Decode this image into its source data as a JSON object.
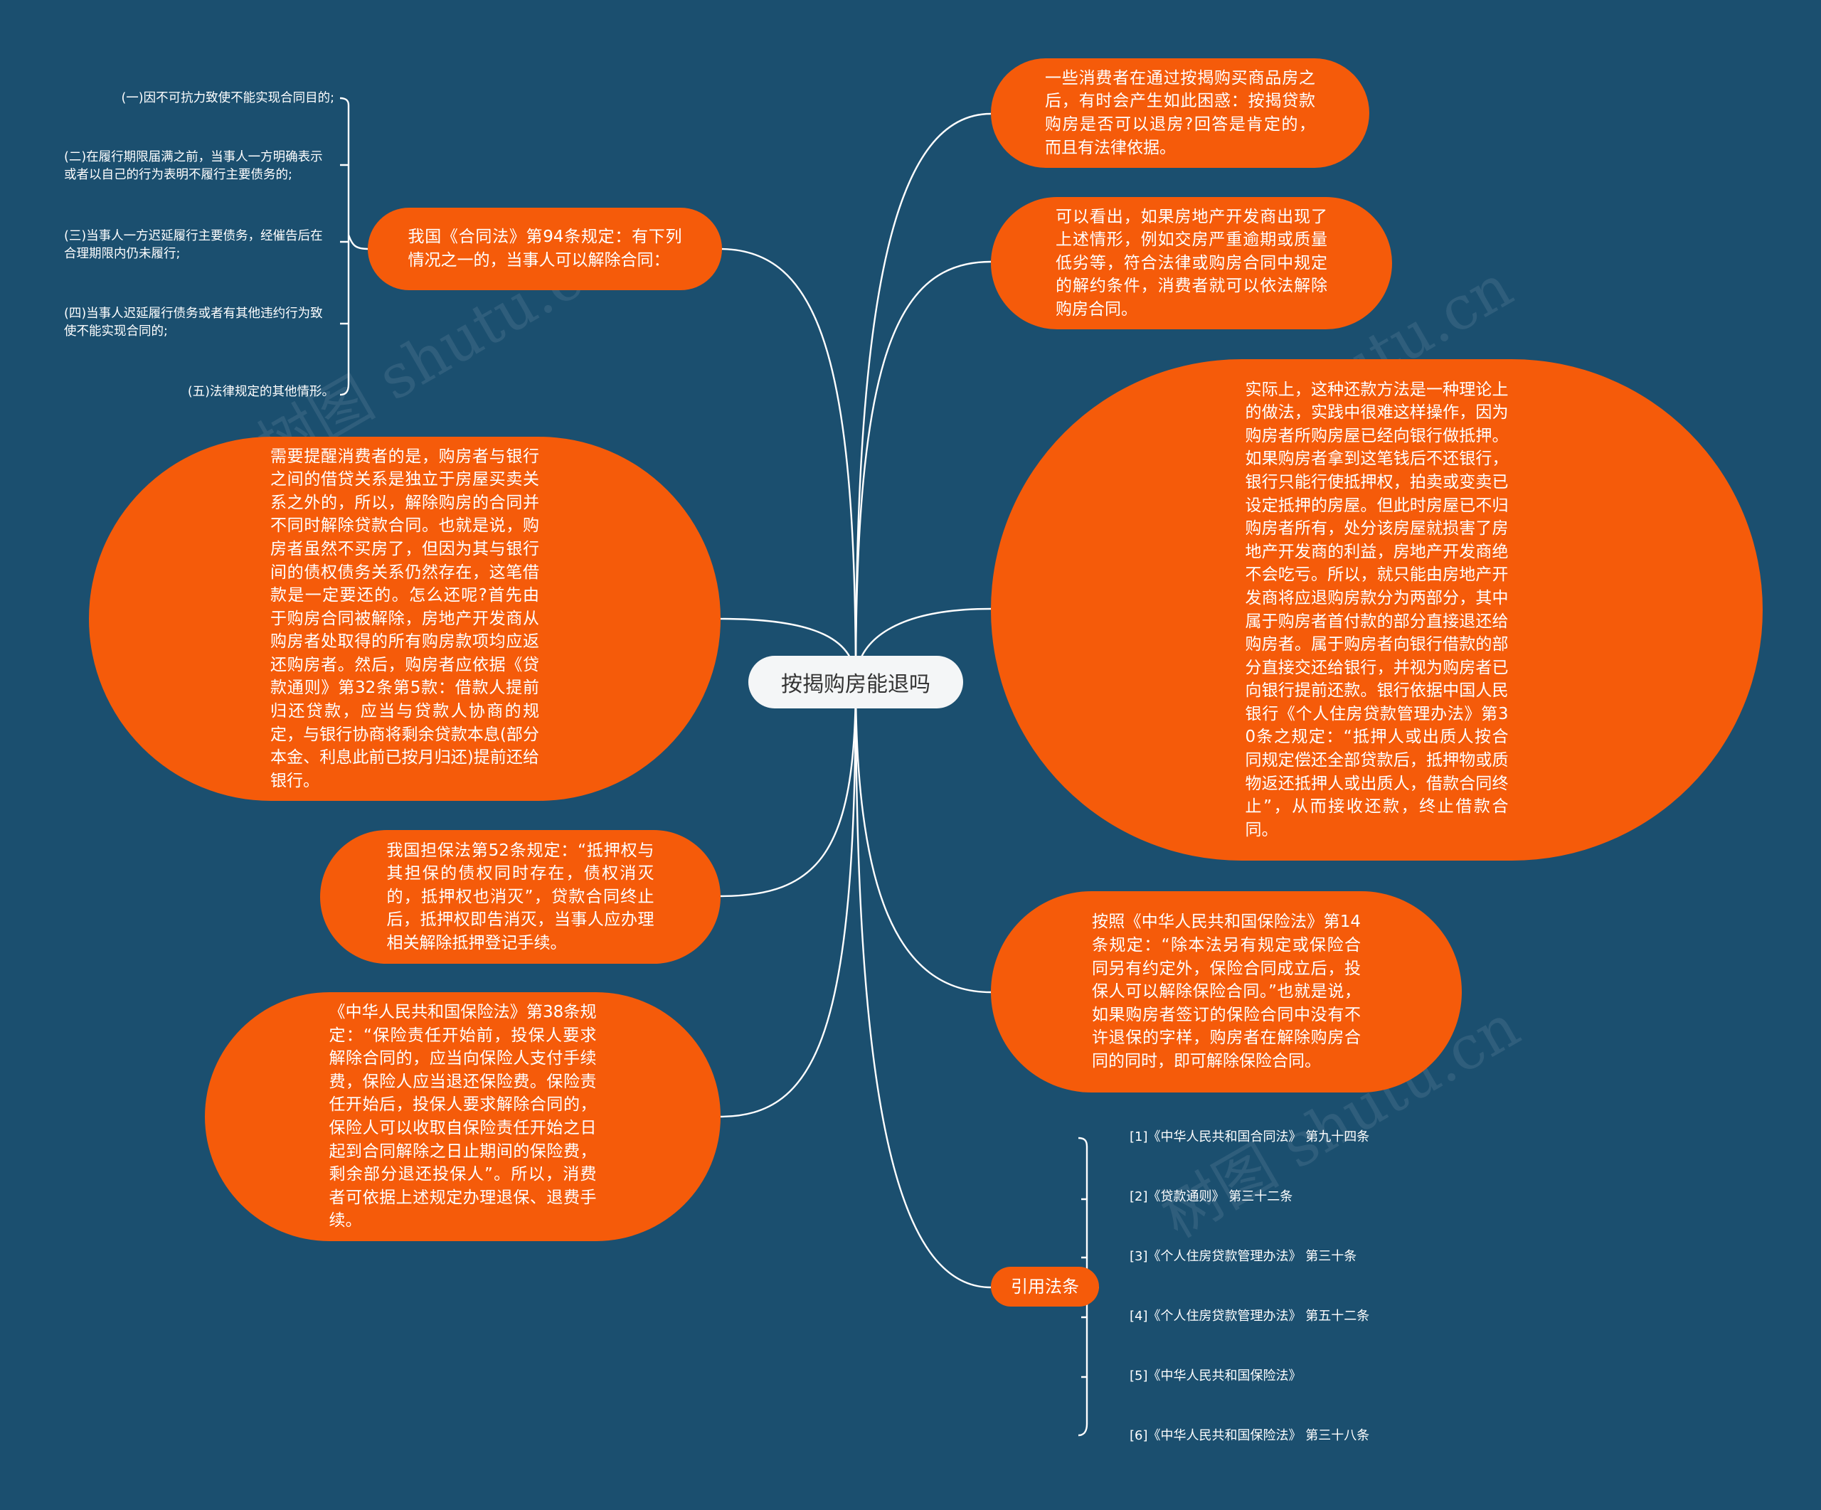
{
  "title": "按揭购房能退吗",
  "colors": {
    "background": "#1b4f6f",
    "node_fill": "#f55b0a",
    "root_fill": "#f4f6f7",
    "line": "#ffffff"
  },
  "nodes": {
    "contract_law_94": "我国《合同法》第94条规定：有下列情况之一的，当事人可以解除合同：",
    "loan_independent": "需要提醒消费者的是，购房者与银行之间的借贷关系是独立于房屋买卖关系之外的，所以，解除购房的合同并不同时解除贷款合同。也就是说，购房者虽然不买房了，但因为其与银行间的债权债务关系仍然存在，这笔借款是一定要还的。怎么还呢?首先由于购房合同被解除，房地产开发商从购房者处取得的所有购房款项均应返还购房者。然后，购房者应依据《贷款通则》第32条第5款：借款人提前归还贷款，应当与贷款人协商的规定，与银行协商将剩余贷款本息(部分本金、利息此前已按月归还)提前还给银行。",
    "guarantee_law_52": "我国担保法第52条规定：“抵押权与其担保的债权同时存在，债权消灭的，抵押权也消灭”，贷款合同终止后，抵押权即告消灭，当事人应办理相关解除抵押登记手续。",
    "insurance_law_38": "《中华人民共和国保险法》第38条规定：“保险责任开始前，投保人要求解除合同的，应当向保险人支付手续费，保险人应当退还保险费。保险责任开始后，投保人要求解除合同的，保险人可以收取自保险责任开始之日起到合同解除之日止期间的保险费，剩余部分退还投保人”。所以，消费者可依据上述规定办理退保、退费手续。",
    "intro": "一些消费者在通过按揭购买商品房之后，有时会产生如此困惑：按揭贷款购房是否可以退房?回答是肯定的，而且有法律依据。",
    "developer_breach": "可以看出，如果房地产开发商出现了上述情形，例如交房严重逾期或质量低劣等，符合法律或购房合同中规定的解约条件，消费者就可以依法解除购房合同。",
    "in_practice": "实际上，这种还款方法是一种理论上的做法，实践中很难这样操作，因为购房者所购房屋已经向银行做抵押。如果购房者拿到这笔钱后不还银行，银行只能行使抵押权，拍卖或变卖已设定抵押的房屋。但此时房屋已不归购房者所有，处分该房屋就损害了房地产开发商的利益，房地产开发商绝不会吃亏。所以，就只能由房地产开发商将应退购房款分为两部分，其中属于购房者首付款的部分直接退还给购房者。属于购房者向银行借款的部分直接交还给银行，并视为购房者已向银行提前还款。银行依据中国人民银行《个人住房贷款管理办法》第30条之规定：“抵押人或出质人按合同规定偿还全部贷款后，抵押物或质物返还抵押人或出质人，借款合同终止”，从而接收还款，终止借款合同。",
    "insurance_law_14": "按照《中华人民共和国保险法》第14条规定：“除本法另有规定或保险合同另有约定外，保险合同成立后，投保人可以解除保险合同。”也就是说，如果购房者签订的保险合同中没有不许退保的字样，购房者在解除购房合同的同时，即可解除保险合同。",
    "citations": "引用法条"
  },
  "contract_items": [
    "(一)因不可抗力致使不能实现合同目的;",
    "(二)在履行期限届满之前，当事人一方明确表示或者以自己的行为表明不履行主要债务的;",
    "(三)当事人一方迟延履行主要债务，经催告后在合理期限内仍未履行;",
    "(四)当事人迟延履行债务或者有其他违约行为致使不能实现合同的;",
    "(五)法律规定的其他情形。"
  ],
  "references": [
    "[1]《中华人民共和国合同法》 第九十四条",
    "[2]《贷款通则》 第三十二条",
    "[3]《个人住房贷款管理办法》 第三十条",
    "[4]《个人住房贷款管理办法》 第五十二条",
    "[5]《中华人民共和国保险法》",
    "[6]《中华人民共和国保险法》 第三十八条"
  ],
  "watermark": "树图 shutu.cn"
}
